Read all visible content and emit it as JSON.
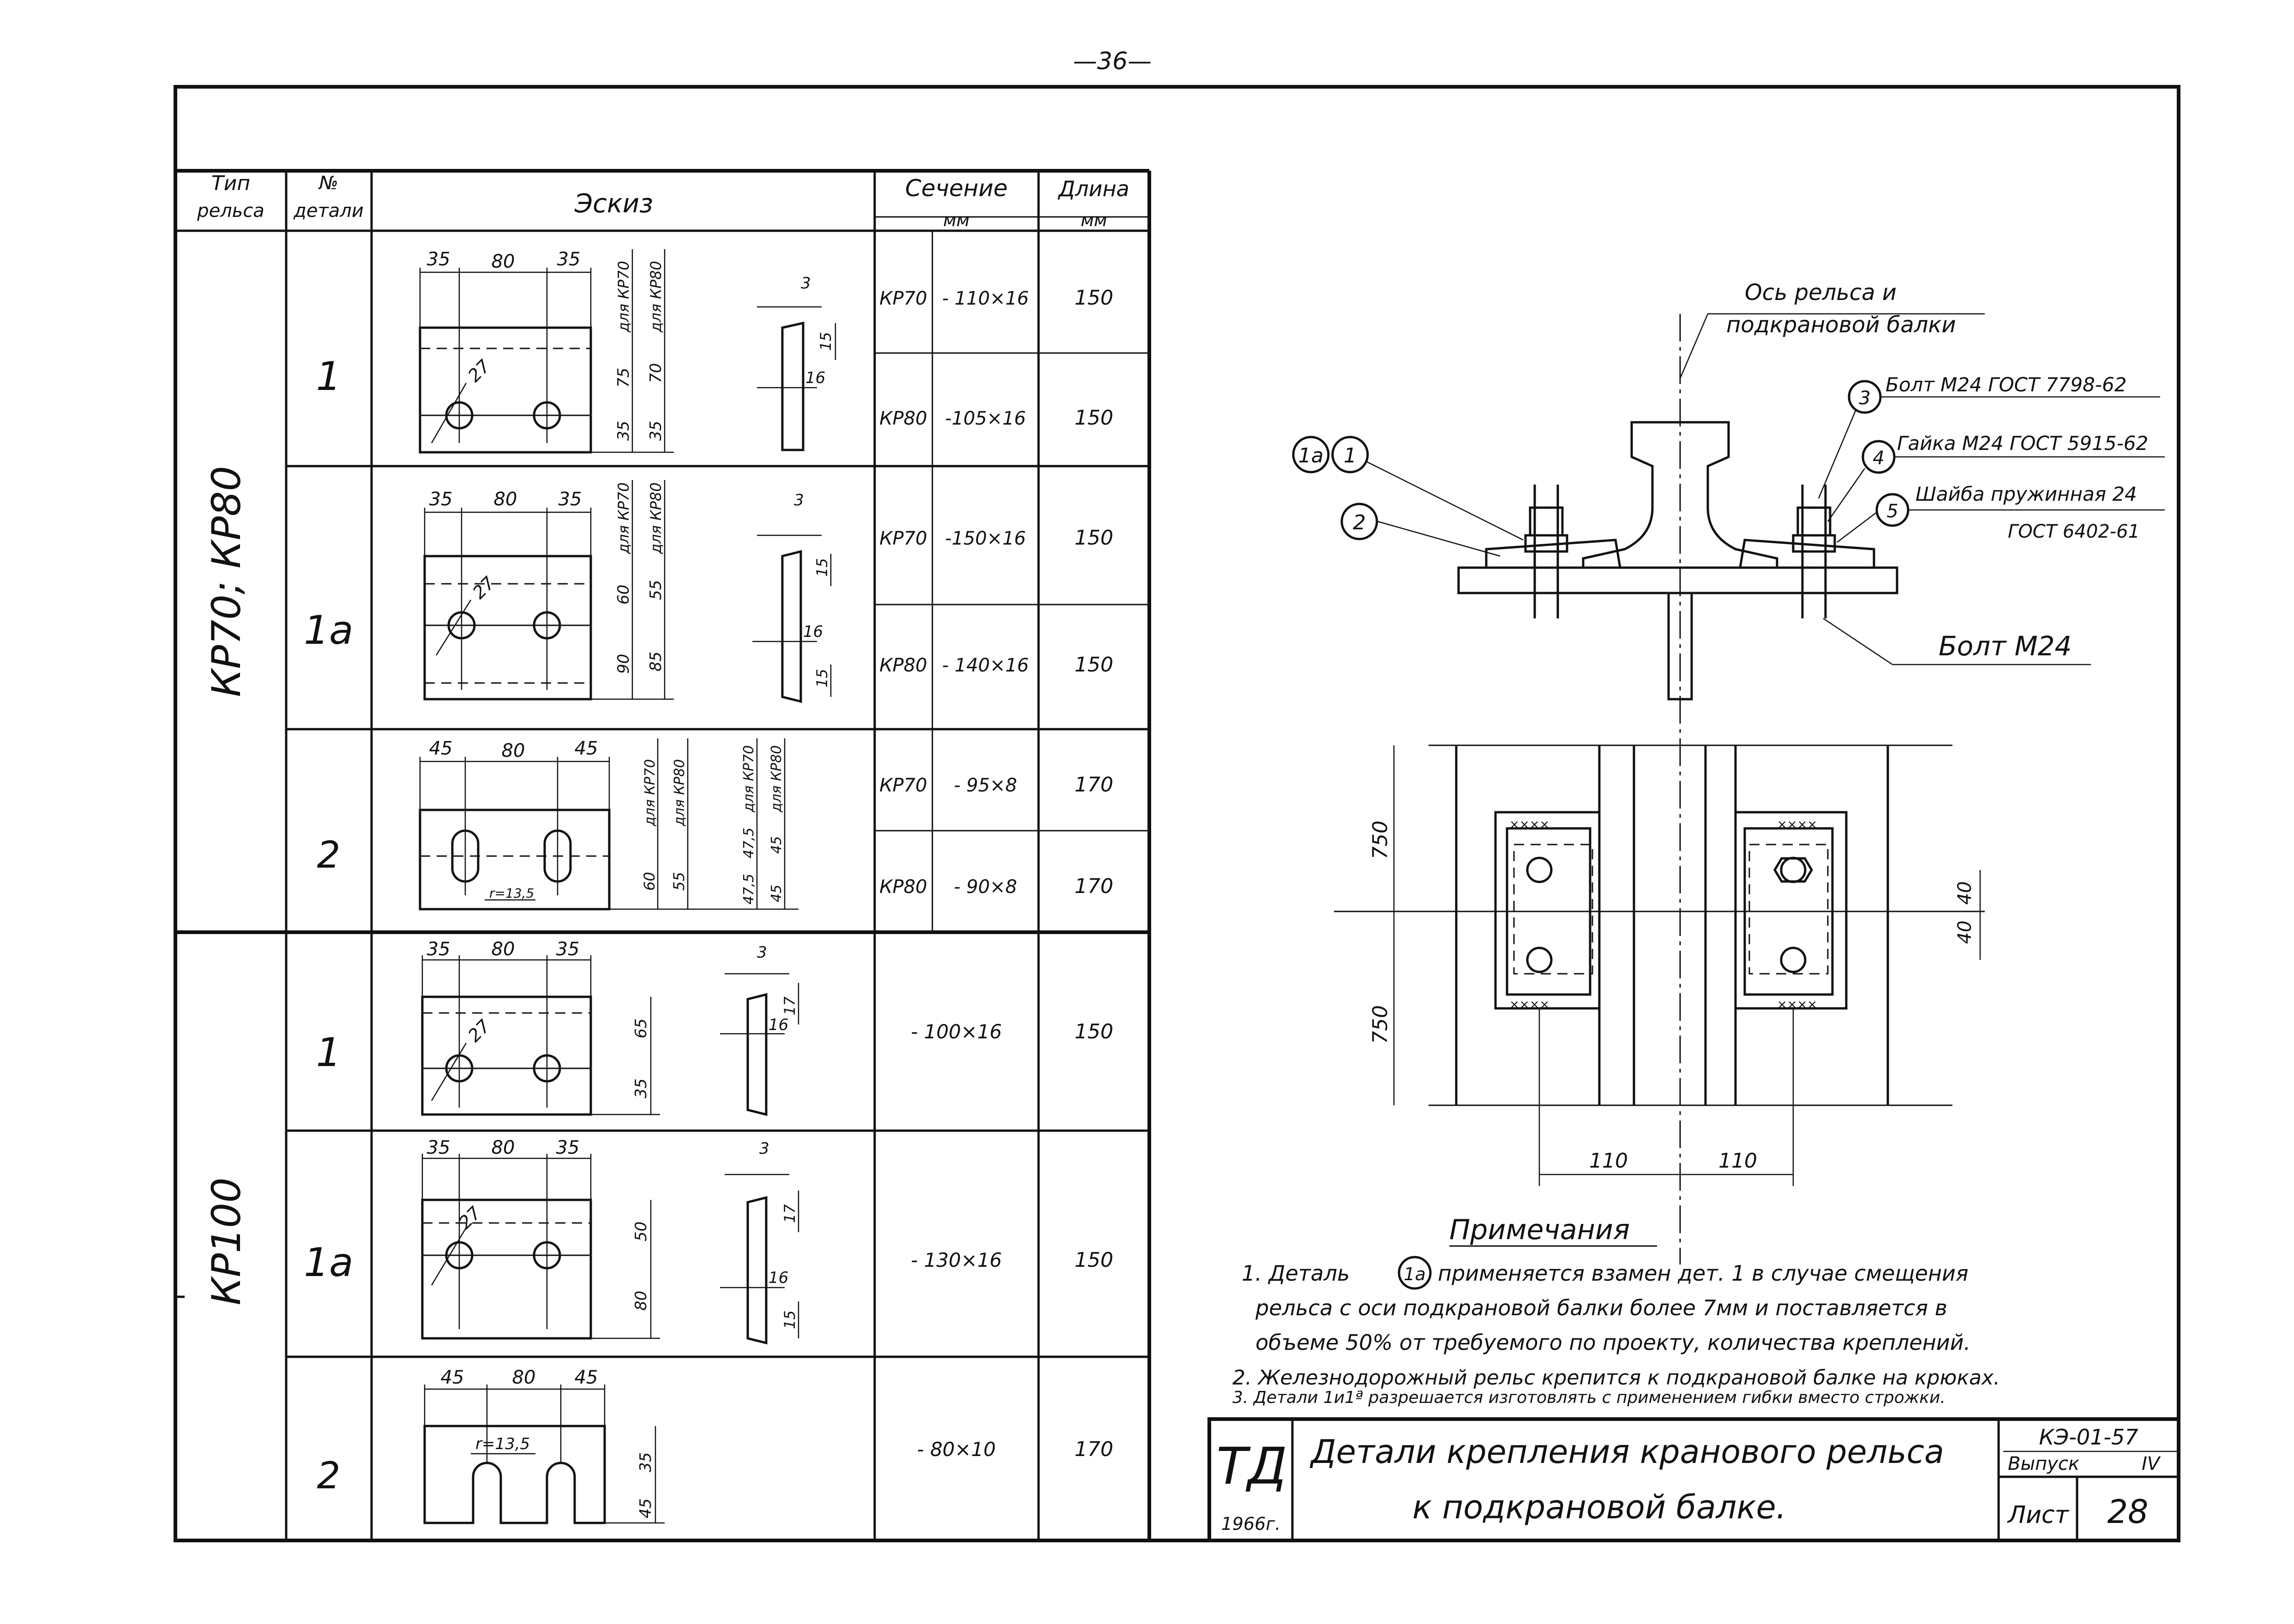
{
  "page_number": "—36—",
  "table": {
    "headers": {
      "rail_type": [
        "Тип",
        "рельса"
      ],
      "detail_no": [
        "№",
        "детали"
      ],
      "sketch": "Эскиз",
      "section": [
        "Сечение",
        "мм"
      ],
      "length": [
        "Длина",
        "мм"
      ]
    },
    "groups": [
      {
        "label": "КР70; КР80"
      },
      {
        "label": "КР100"
      }
    ],
    "rows": [
      {
        "detail": "1",
        "sketch_dims": {
          "top": [
            "35",
            "80",
            "35"
          ],
          "right_labels": [
            "для КР70",
            "для КР80"
          ],
          "vert1": [
            "75",
            "35"
          ],
          "vert2": [
            "70",
            "35"
          ],
          "hole": "27",
          "side": [
            "3",
            "15",
            "16"
          ]
        },
        "sections": [
          {
            "rail": "КР70",
            "section": "- 110×16",
            "length": "150"
          },
          {
            "rail": "КР80",
            "section": "-105×16",
            "length": "150"
          }
        ]
      },
      {
        "detail": "1а",
        "sketch_dims": {
          "top": [
            "35",
            "80",
            "35"
          ],
          "right_labels": [
            "для КР70",
            "для КР80"
          ],
          "vert1": [
            "60",
            "90"
          ],
          "vert2": [
            "55",
            "85"
          ],
          "hole": "27",
          "side": [
            "3",
            "15",
            "16",
            "15"
          ]
        },
        "sections": [
          {
            "rail": "КР70",
            "section": "-150×16",
            "length": "150"
          },
          {
            "rail": "КР80",
            "section": "- 140×16",
            "length": "150"
          }
        ]
      },
      {
        "detail": "2",
        "sketch_dims": {
          "top": [
            "45",
            "80",
            "45"
          ],
          "right_labels": [
            "для КР70",
            "для КР80",
            "для КР70",
            "для КР80"
          ],
          "vert1": [
            "60"
          ],
          "vert2": [
            "55"
          ],
          "vert3": [
            "47,5",
            "47,5"
          ],
          "vert4": [
            "45",
            "45"
          ],
          "radius": "r=13,5"
        },
        "sections": [
          {
            "rail": "КР70",
            "section": "- 95×8",
            "length": "170"
          },
          {
            "rail": "КР80",
            "section": "- 90×8",
            "length": "170"
          }
        ]
      },
      {
        "detail": "1",
        "sketch_dims": {
          "top": [
            "35",
            "80",
            "35"
          ],
          "vert1": [
            "65",
            "35"
          ],
          "hole": "27",
          "side": [
            "3",
            "17",
            "16"
          ]
        },
        "sections": [
          {
            "rail": "",
            "section": "- 100×16",
            "length": "150"
          }
        ]
      },
      {
        "detail": "1а",
        "sketch_dims": {
          "top": [
            "35",
            "80",
            "35"
          ],
          "vert1": [
            "50",
            "80"
          ],
          "hole": "27",
          "side": [
            "3",
            "17",
            "16",
            "15"
          ]
        },
        "sections": [
          {
            "rail": "",
            "section": "- 130×16",
            "length": "150"
          }
        ]
      },
      {
        "detail": "2",
        "sketch_dims": {
          "top": [
            "45",
            "80",
            "45"
          ],
          "vert1": [
            "35",
            "45"
          ],
          "radius": "r=13,5"
        },
        "sections": [
          {
            "rail": "",
            "section": "- 80×10",
            "length": "170"
          }
        ]
      }
    ]
  },
  "drawing": {
    "axis_label": [
      "Ось рельса и",
      "подкрановой балки"
    ],
    "callouts": {
      "c1a": "1а",
      "c1": "1",
      "c2": "2",
      "c3": "3",
      "c4": "4",
      "c5": "5",
      "bolt_gost": "Болт М24 ГОСТ 7798-62",
      "nut_gost": "Гайка М24 ГОСТ 5915-62",
      "washer": [
        "Шайба пружинная 24",
        "ГОСТ 6402-61"
      ],
      "bolt": "Болт М24"
    },
    "plan_dims": {
      "v1": "750",
      "v2": "750",
      "h1": "110",
      "h2": "110",
      "s1": "40",
      "s2": "40"
    }
  },
  "notes": {
    "title": "Примечания",
    "items": [
      "1. Деталь",
      "применяется взамен дет. 1  в случае смещения",
      "рельса с оси подкрановой балки более 7мм и поставляется в",
      "объеме 50% от требуемого по проекту, количества креплений.",
      "2. Железнодорожный рельс крепится к подкрановой балке на крюках.",
      "3. Детали 1и1ª разрешается изготовлять с применением гибки вместо строжки."
    ],
    "ref_detail": "1а"
  },
  "title_block": {
    "logo": "ТД",
    "year": "1966г.",
    "title_line1": "Детали крепления кранового рельса",
    "title_line2": "к подкрановой балке.",
    "code": "КЭ-01-57",
    "issue_label": "Выпуск",
    "issue": "IV",
    "sheet_label": "Лист",
    "sheet": "28"
  }
}
